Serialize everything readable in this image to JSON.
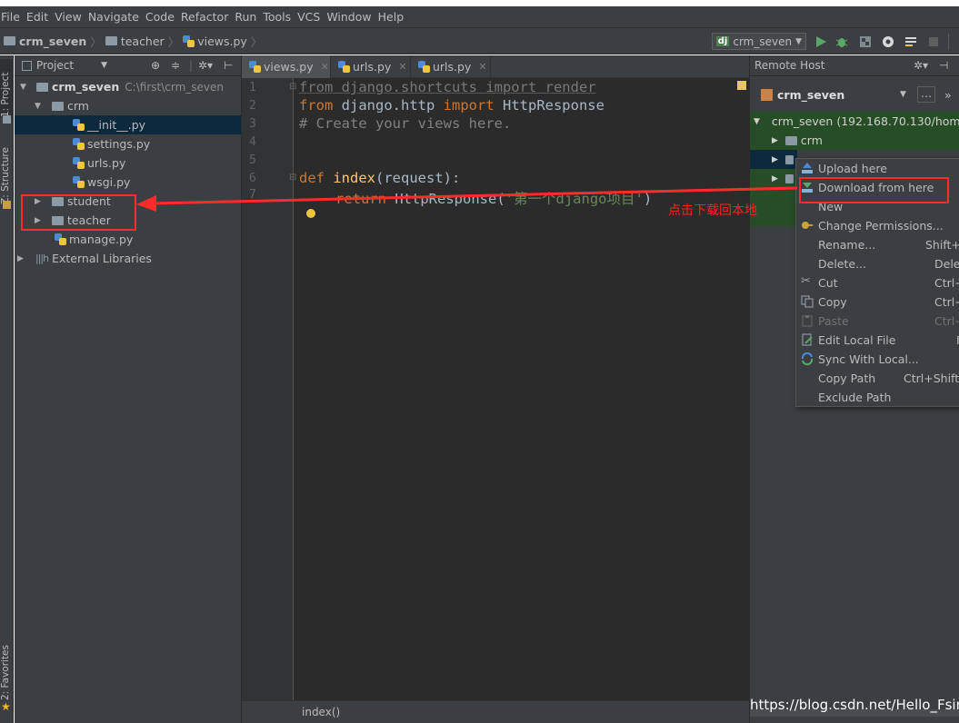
{
  "menu": [
    "File",
    "Edit",
    "View",
    "Navigate",
    "Code",
    "Refactor",
    "Run",
    "Tools",
    "VCS",
    "Window",
    "Help"
  ],
  "breadcrumb": [
    "crm_seven",
    "teacher",
    "views.py"
  ],
  "run_config": {
    "badge": "dj",
    "label": "crm_seven"
  },
  "side_labels": {
    "project": "1: Project",
    "structure": "Z: Structure",
    "favorites": "2: Favorites"
  },
  "project_panel": {
    "title": "Project",
    "root": {
      "name": "crm_seven",
      "path": "C:\\first\\crm_seven"
    },
    "crm": "crm",
    "crm_files": [
      "__init__.py",
      "settings.py",
      "urls.py",
      "wsgi.py"
    ],
    "student": "student",
    "teacher": "teacher",
    "manage": "manage.py",
    "external": "External Libraries"
  },
  "tabs": [
    "views.py",
    "urls.py",
    "urls.py"
  ],
  "editor": {
    "line_numbers": [
      "1",
      "2",
      "3",
      "4",
      "5",
      "6",
      "7"
    ],
    "line1": {
      "kw1": "from",
      "mod": " django.shortcuts ",
      "kw2": "import",
      "name": " render"
    },
    "line2": {
      "kw1": "from",
      "mod": " django.http ",
      "kw2": "import",
      "name": " HttpResponse"
    },
    "line3": "# Create your views here.",
    "line6": {
      "kw": "def",
      "fn": " index",
      "rest": "(request):"
    },
    "line7": {
      "kw": "return",
      "call": " HttpResponse(",
      "str": "'第一个django项目'",
      "close": ")"
    },
    "status_crumb": "index()"
  },
  "remote": {
    "title": "Remote Host",
    "server": "crm_seven",
    "root": "crm_seven (192.168.70.130/hom",
    "crm": "crm"
  },
  "context_menu": [
    {
      "label": "Upload here",
      "shortcut": ""
    },
    {
      "label": "Download from here",
      "shortcut": ""
    },
    {
      "label": "New",
      "shortcut": ""
    },
    {
      "label": "Change Permissions...",
      "shortcut": ""
    },
    {
      "label": "Rename...",
      "shortcut": "Shift+F"
    },
    {
      "label": "Delete...",
      "shortcut": "Delet"
    },
    {
      "label": "Cut",
      "shortcut": "Ctrl+"
    },
    {
      "label": "Copy",
      "shortcut": "Ctrl+"
    },
    {
      "label": "Paste",
      "shortcut": "Ctrl+"
    },
    {
      "label": "Edit Local File",
      "shortcut": "F"
    },
    {
      "label": "Sync With Local...",
      "shortcut": ""
    },
    {
      "label": "Copy Path",
      "shortcut": "Ctrl+Shift+"
    },
    {
      "label": "Exclude Path",
      "shortcut": ""
    }
  ],
  "annotation": "点击下载回本地",
  "watermark": "https://blog.csdn.net/Hello_Fsir"
}
